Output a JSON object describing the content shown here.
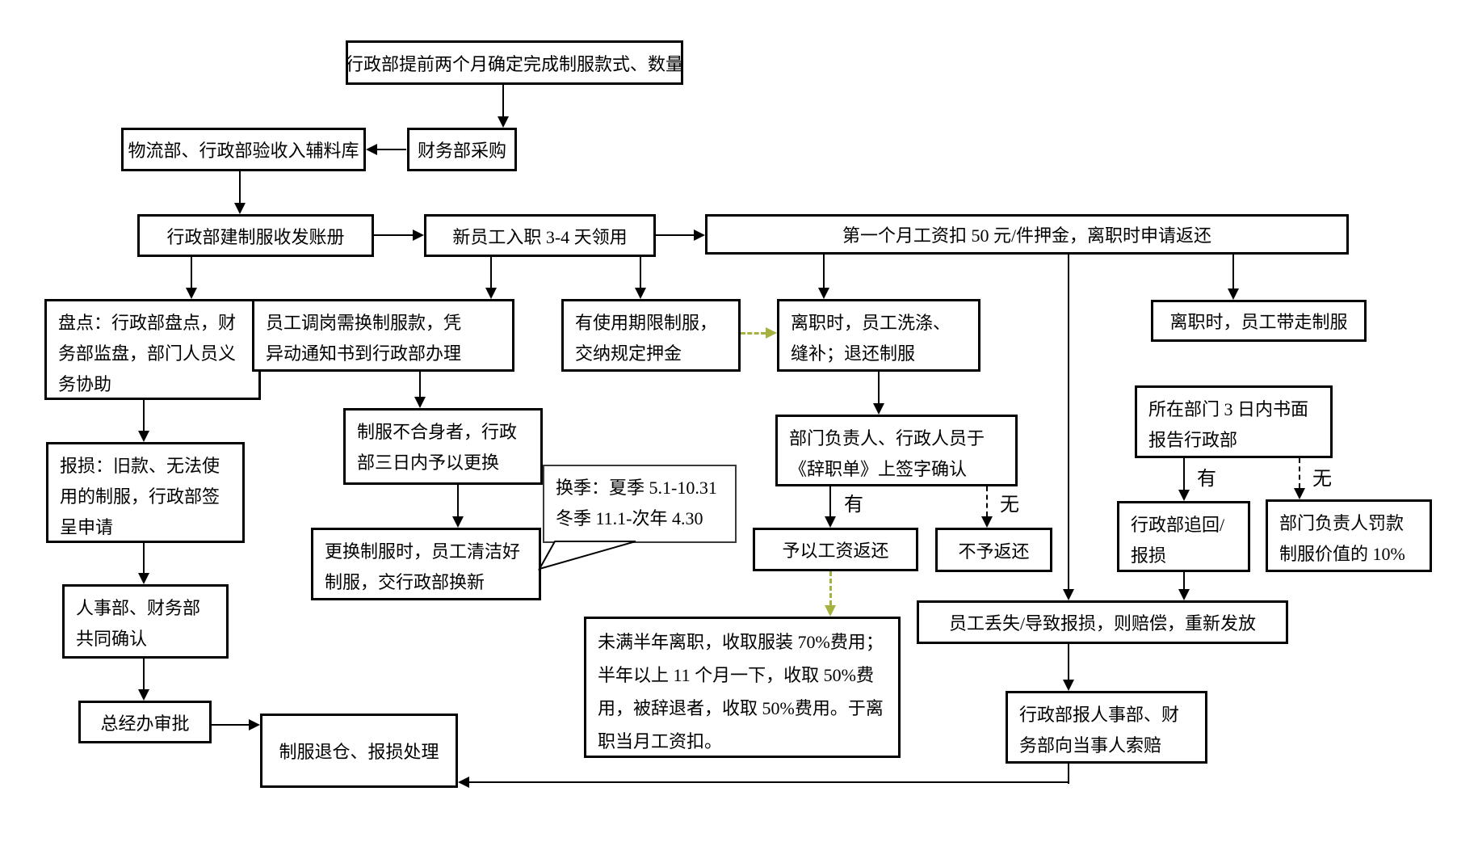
{
  "diagram": {
    "nodes": {
      "a1": {
        "text": "行政部提前两个月确定完成制服款式、数量"
      },
      "a2": {
        "text": "财务部采购"
      },
      "a3": {
        "text": "物流部、行政部验收入辅料库"
      },
      "a4": {
        "text": "行政部建制服收发账册"
      },
      "a5": {
        "text": "新员工入职 3-4 天领用"
      },
      "a6": {
        "text": "第一个月工资扣 50 元/件押金，离职时申请返还"
      },
      "b1": {
        "text": "盘点：行政部盘点，财\n务部监盘，部门人员义\n务协助"
      },
      "b1b": {
        "text": "报损：旧款、无法使\n用的制服，行政部签\n呈申请"
      },
      "b2": {
        "text": "员工调岗需换制服款，凭\n异动通知书到行政部办理"
      },
      "b3": {
        "text": "有使用期限制服，\n交纳规定押金"
      },
      "b4": {
        "text": "离职时，员工洗涤、\n缝补；退还制服"
      },
      "b5": {
        "text": "离职时，员工带走制服"
      },
      "c2a": {
        "text": "制服不合身者，行政\n部三日内予以更换"
      },
      "c2b": {
        "text": "换季：夏季 5.1-10.31\n冬季 11.1-次年 4.30"
      },
      "c2c": {
        "text": "更换制服时，员工清洁好\n制服，交行政部换新"
      },
      "c4": {
        "text": "部门负责人、行政人员于\n《辞职单》上签字确认"
      },
      "c5": {
        "text": "所在部门 3 日内书面\n报告行政部"
      },
      "d4a": {
        "text": "予以工资返还"
      },
      "d4b": {
        "text": "不予返还"
      },
      "d5a": {
        "text": "行政部追回/\n报损"
      },
      "d5b": {
        "text": "部门负责人罚款\n制服价值的 10%"
      },
      "e": {
        "text": "未满半年离职，收取服装 70%费用；\n半年以上 11 个月一下，收取 50%费\n用，被辞退者，收取 50%费用。于离\n职当月工资扣。"
      },
      "f": {
        "text": "员工丢失/导致报损，则赔偿，重新发放"
      },
      "g": {
        "text": "行政部报人事部、财\n务部向当事人索赔"
      },
      "h": {
        "text": "制服退仓、报损处理"
      },
      "i": {
        "text": "人事部、财务部\n共同确认"
      },
      "j": {
        "text": "总经办审批"
      }
    },
    "edge_labels": {
      "sign_yes": "有",
      "sign_no": "无",
      "report_yes": "有",
      "report_no": "无"
    },
    "colors": {
      "line": "#000000",
      "box_border": "#000000",
      "box_fill": "#ffffff",
      "background": "#ffffff",
      "highlight_green": "#a6b23f"
    }
  }
}
